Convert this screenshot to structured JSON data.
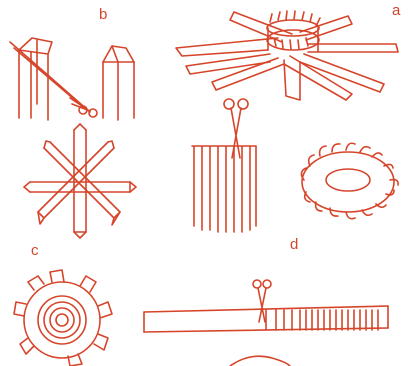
{
  "labels": {
    "b": "b",
    "a": "a",
    "c": "c",
    "d": "d"
  },
  "colors": {
    "ink": "#d6452a",
    "background": "#ffffff"
  }
}
